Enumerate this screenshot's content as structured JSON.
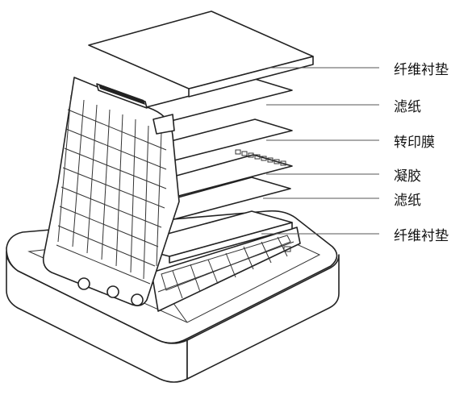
{
  "labels": [
    {
      "text": "纤维衬垫",
      "layer": "top-fiber-pad"
    },
    {
      "text": "滤纸",
      "layer": "top-filter-paper"
    },
    {
      "text": "转印膜",
      "layer": "transfer-membrane"
    },
    {
      "text": "凝胶",
      "layer": "gel"
    },
    {
      "text": "滤纸",
      "layer": "bottom-filter-paper"
    },
    {
      "text": "纤维衬垫",
      "layer": "bottom-fiber-pad"
    }
  ]
}
